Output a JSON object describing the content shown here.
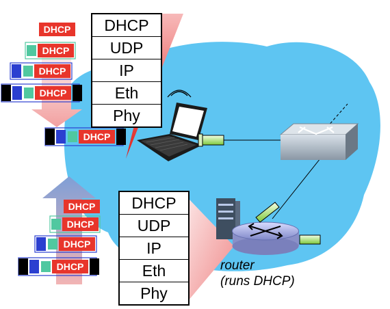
{
  "colors": {
    "cloud": "#5ec5f2",
    "dhcp_red": "#e8352b",
    "udp_green": "#50c8a0",
    "ip_blue": "#2b3fd0",
    "eth_black": "#000000",
    "arrow_pink": "#f4b8b8",
    "arrow_blue": "#8aa8d8"
  },
  "packet_label": "DHCP",
  "client_stack": [
    "DHCP",
    "UDP",
    "IP",
    "Eth",
    "Phy"
  ],
  "server_stack": [
    "DHCP",
    "UDP",
    "IP",
    "Eth",
    "Phy"
  ],
  "router_label": "router",
  "router_note": "(runs DHCP)"
}
